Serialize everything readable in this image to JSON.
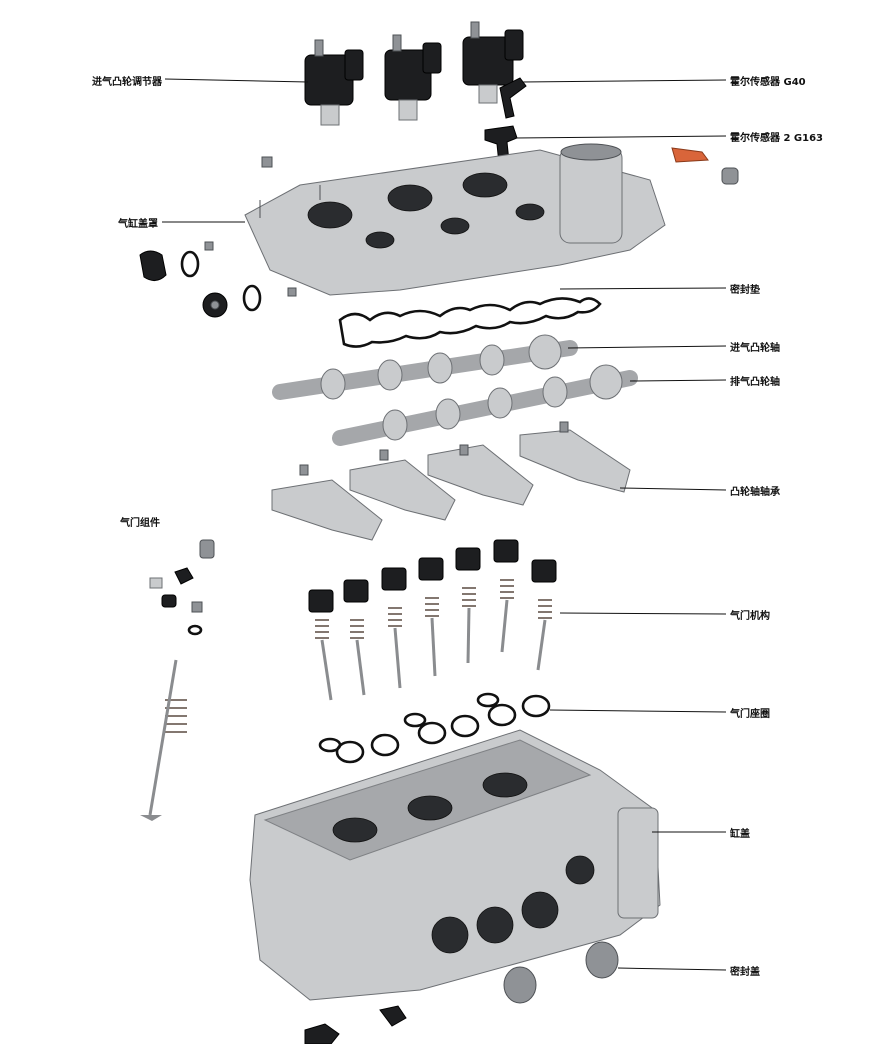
{
  "labels": {
    "intake_adjuster": "进气凸轮调节器",
    "hall_g40": "霍尔传感器 G40",
    "hall_g163": "霍尔传感器 2 G163",
    "cylinder_head_cover": "气缸盖罩",
    "gasket": "密封垫",
    "intake_camshaft": "进气凸轮轴",
    "exhaust_camshaft": "排气凸轮轴",
    "camshaft_bearing": "凸轮轴轴承",
    "valve_assembly": "气门组件",
    "valve_train": "气门机构",
    "valve_seat_ring": "气门座圈",
    "cylinder_head": "缸盖",
    "sealing_cap": "密封盖"
  }
}
